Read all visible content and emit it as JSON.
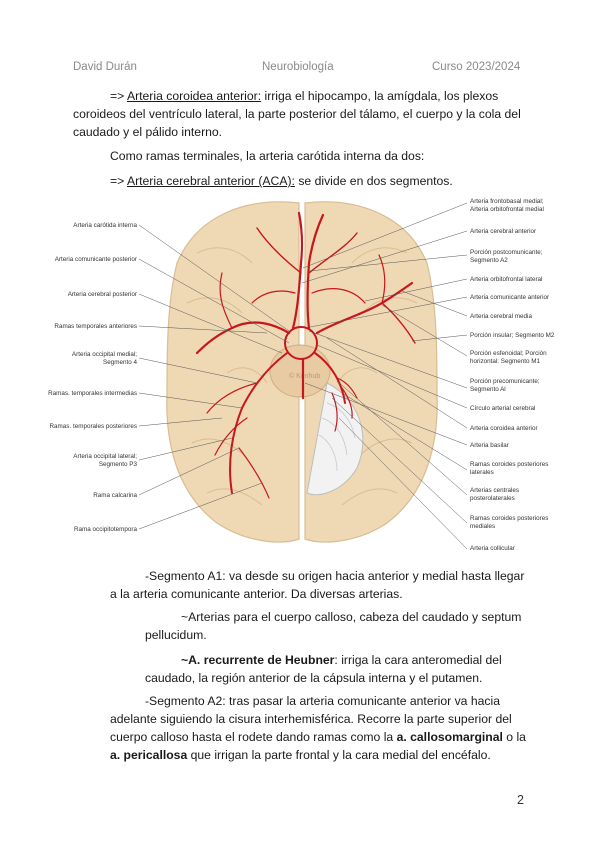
{
  "header": {
    "author": "David Durán",
    "subject": "Neurobiología",
    "course": "Curso 2023/2024"
  },
  "para1": {
    "arrow": "=> ",
    "term": "Arteria coroidea anterior:",
    "line1": " irriga el hipocampo, la amígdala, los plexos",
    "line2": "coroideos del ventrículo lateral, la parte posterior del tálamo, el cuerpo y la cola del",
    "line3": "caudado y el pálido interno."
  },
  "para2": "Como ramas terminales, la arteria carótida interna da dos:",
  "para3": {
    "arrow": "=> ",
    "term": "Arteria cerebral anterior (ACA):",
    "rest": " se divide en dos segmentos."
  },
  "figure": {
    "watermark": "© Kenhub",
    "left_labels": [
      "Arteria carótida interna",
      "Arteria comunicante posterior",
      "Arteria cerebral posterior",
      "Ramas temporales anteriores",
      "Arteria occipital medial;",
      "Segmento 4",
      "Ramas. temporales intermedias",
      "Ramas. temporales posteriores",
      "Arteria occipital lateral;",
      "Segmento P3",
      "Rama calcarina",
      "Rama occipitotempora"
    ],
    "right_labels": [
      "Arteria frontobasal medial;",
      "Arteria orbitofrontal medial",
      "Arteria cerebral anterior",
      "Porción postcomunicante;",
      "Segmento A2",
      "Arteria orbitofrontal lateral",
      "Arteria comunicante anterior",
      "Arteria cerebral media",
      "Porción insular; Segmento M2",
      "Porción esfenoidal; Porción",
      "horizontal: Segmento M1",
      "Porción precomunicante;",
      "Segmento Al",
      "Círculo arterial cerebral",
      "Arteria coroidea anterior",
      "Arteria basilar",
      "Ramas coroides posteriores",
      "laterales",
      "Arterias centrales",
      "posterolaterales",
      "Ramas coroides posteriores",
      "mediales",
      "Arteria collicular"
    ]
  },
  "seg_a1": {
    "line1": "-Segmento A1: va desde su origen hacia anterior y medial hasta llegar",
    "line2": "a la arteria comunicante anterior. Da diversas arterias."
  },
  "callosal": {
    "line1": "~Arterias para el cuerpo calloso, cabeza del caudado y septum",
    "line2": "pellucidum."
  },
  "heubner": {
    "prefix": "~",
    "term": "A. recurrente de Heubner",
    "line1": ": irriga la cara anteromedial del",
    "line2": "caudado, la región anterior de la cápsula interna y el putamen."
  },
  "seg_a2": {
    "line1": "-Segmento A2: tras pasar la arteria comunicante anterior va hacia",
    "line2": "adelante siguiendo la cisura interhemisférica. Recorre la parte superior del",
    "line3a": "cuerpo calloso hasta el rodete dando ramas como la ",
    "term1": "a. callosomarginal",
    "line3b": " o la",
    "term2": "a. pericallosa",
    "line4": " que irrigan la parte frontal y la cara medial del encéfalo."
  },
  "page_number": "2",
  "colors": {
    "artery": "#c8161d",
    "brain": "#efd8b4",
    "brain_shade": "#d9bd93",
    "leader": "#555555"
  }
}
